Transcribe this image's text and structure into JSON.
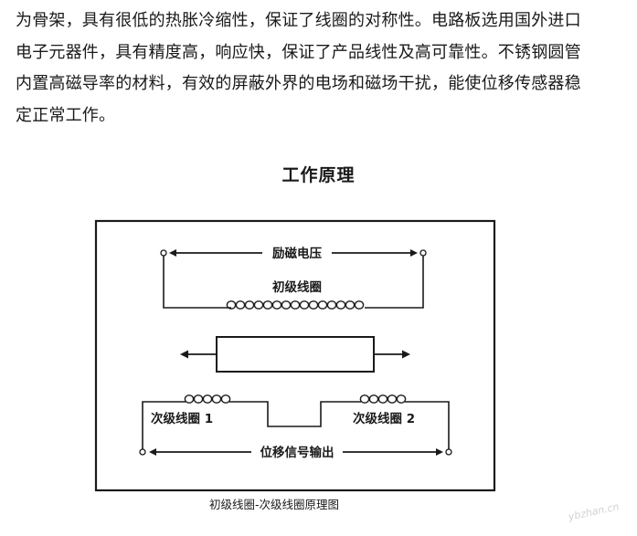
{
  "paragraph": {
    "lines": [
      "为骨架，具有很低的热胀冷缩性，保证了线圈的对称性。电路板选用国外进口",
      "电子元器件，具有精度高，响应快，保证了产品线性及高可靠性。不锈钢圆管",
      "内置高磁导率的材料，有效的屏蔽外界的电场和磁场干扰，能使位移传感器稳",
      "定正常工作。"
    ]
  },
  "section": {
    "title": "工作原理"
  },
  "diagram": {
    "excitation_label": "励磁电压",
    "primary_coil_label": "初级线圈",
    "secondary_coil_1_label": "次级线圈 1",
    "secondary_coil_2_label": "次级线圈 2",
    "output_label": "位移信号输出"
  },
  "caption": "初级线圈-次级线圈原理图",
  "watermark": {
    "text": "ybzhan.cn"
  }
}
